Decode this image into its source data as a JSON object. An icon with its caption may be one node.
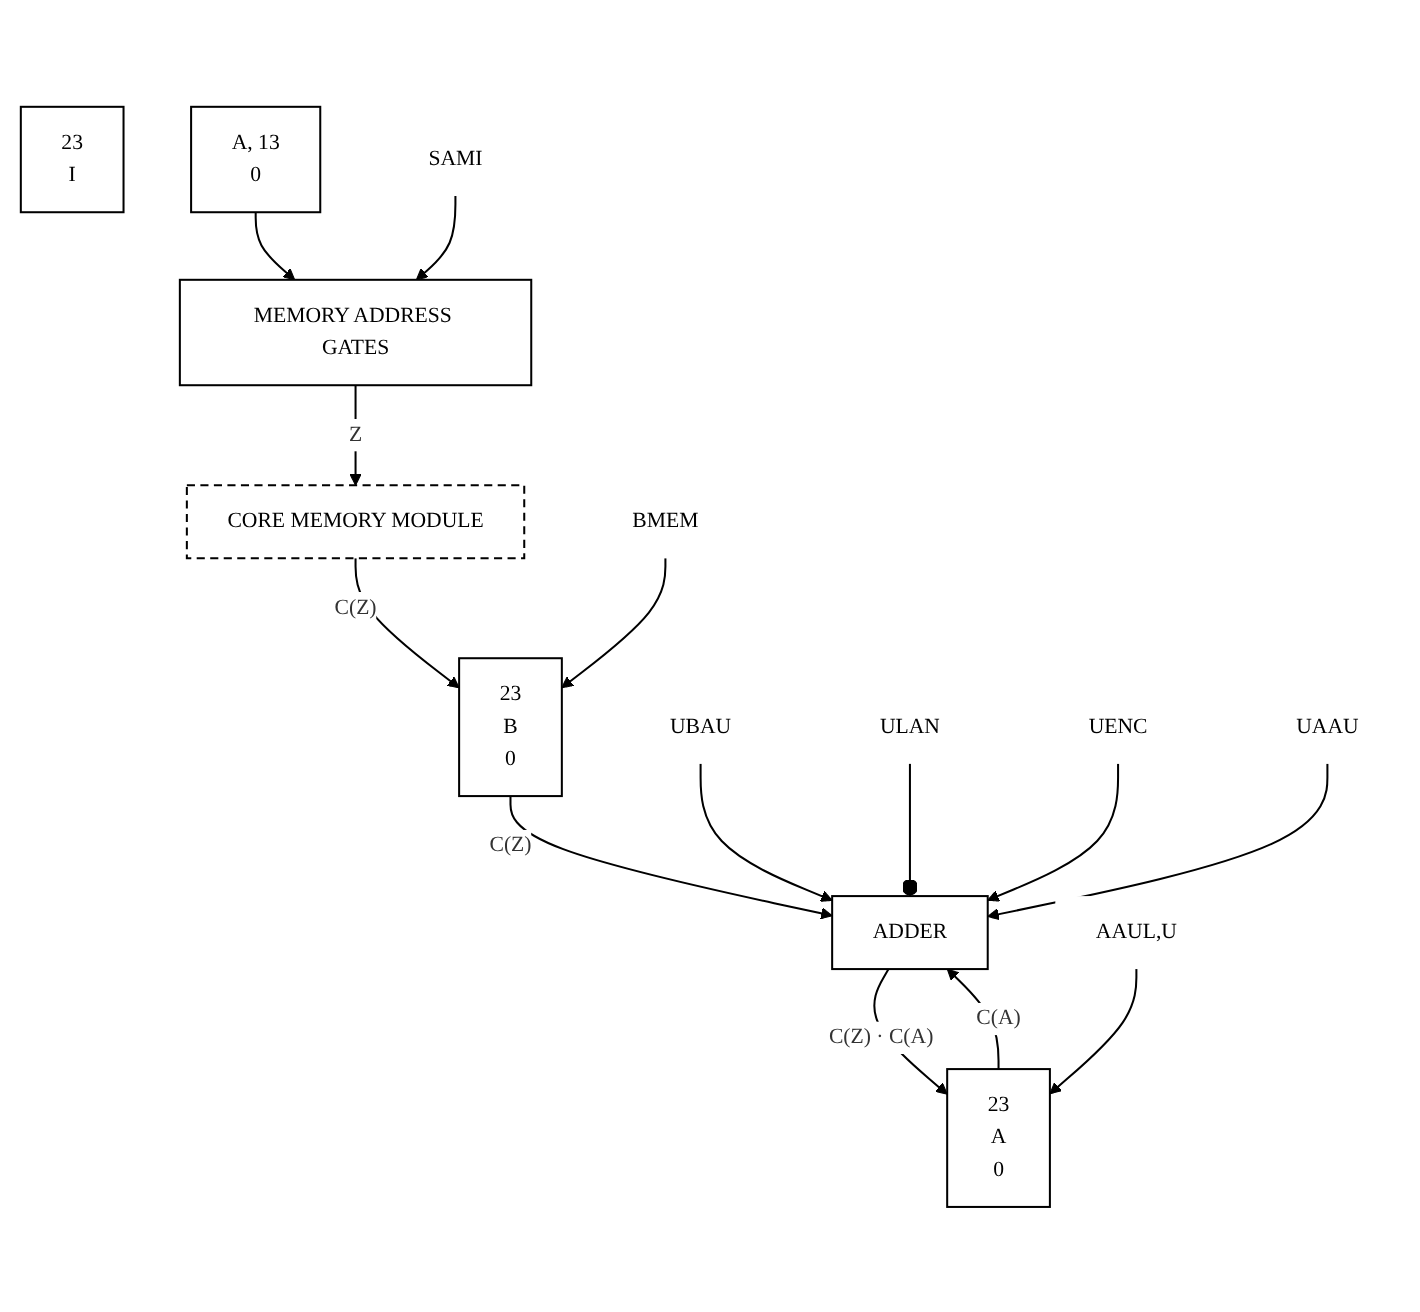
{
  "diagram": {
    "nodes": [
      {
        "text": [
          "CORE MEMORY MODULE"
        ]
      },
      {
        "text": [
          "MEMORY ADDRESS GATES"
        ]
      },
      {
        "text": [
          "BMEM"
        ]
      },
      {
        "text": [
          "23",
          "B",
          "0"
        ]
      },
      {
        "text": [
          "23",
          "I"
        ]
      },
      {
        "text": [
          "A, 13",
          "0"
        ]
      },
      {
        "text": [
          "SAMI"
        ]
      },
      {
        "text": [
          "UBAU"
        ]
      },
      {
        "text": [
          "ADDER"
        ]
      },
      {
        "text": [
          "ULAN"
        ]
      },
      {
        "text": [
          "UENC"
        ]
      },
      {
        "text": [
          "UAAU"
        ]
      },
      {
        "text": [
          "AAUL,U"
        ]
      },
      {
        "text": [
          "23",
          "A",
          "0"
        ]
      }
    ],
    "edges": [
      {
        "from": 0,
        "to": 3,
        "arrow": "to",
        "label": "C(Z)"
      },
      {
        "from": 1,
        "to": 0,
        "arrow": "to",
        "label": "Z"
      },
      {
        "from": 2,
        "to": 3,
        "arrow": "to"
      },
      {
        "from": 5,
        "to": 1,
        "arrow": "to"
      },
      {
        "from": 6,
        "to": 1,
        "arrow": "to"
      },
      {
        "from": 3,
        "to": 8,
        "arrow": "to",
        "label": "C(Z)"
      },
      {
        "from": 7,
        "to": 8,
        "arrow": "to"
      },
      {
        "from": 9,
        "to": 8,
        "arrow": "other"
      },
      {
        "from": 10,
        "to": 8,
        "arrow": "to"
      },
      {
        "from": 11,
        "to": 8,
        "arrow": "to"
      },
      {
        "from": 13,
        "to": 8,
        "arrow": "to",
        "label": "C(A)"
      },
      {
        "from": 8,
        "to": 13,
        "arrow": "to",
        "label": "C(Z) · C(A)"
      },
      {
        "from": 12,
        "to": 13,
        "arrow": "to"
      }
    ]
  }
}
